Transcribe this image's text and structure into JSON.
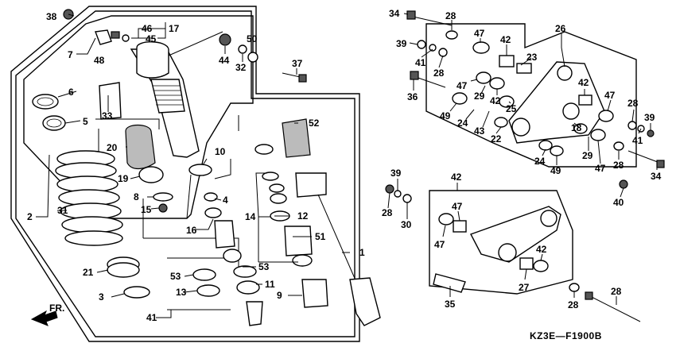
{
  "diagram_code": "KZ3E—F1900B",
  "front_arrow_label": "FR.",
  "callouts": [
    "38",
    "46",
    "17",
    "45",
    "7",
    "48",
    "6",
    "5",
    "33",
    "44",
    "32",
    "50",
    "37",
    "34",
    "28",
    "39",
    "41",
    "28",
    "36",
    "47",
    "42",
    "23",
    "26",
    "47",
    "29",
    "42",
    "25",
    "49",
    "24",
    "43",
    "22",
    "42",
    "47",
    "28",
    "39",
    "41",
    "34",
    "29",
    "24",
    "49",
    "47",
    "28",
    "40",
    "18",
    "20",
    "19",
    "8",
    "15",
    "10",
    "52",
    "4",
    "16",
    "14",
    "12",
    "51",
    "53",
    "53",
    "13",
    "11",
    "9",
    "1",
    "2",
    "31",
    "21",
    "3",
    "41",
    "39",
    "28",
    "30",
    "42",
    "47",
    "47",
    "42",
    "27",
    "35",
    "28"
  ]
}
